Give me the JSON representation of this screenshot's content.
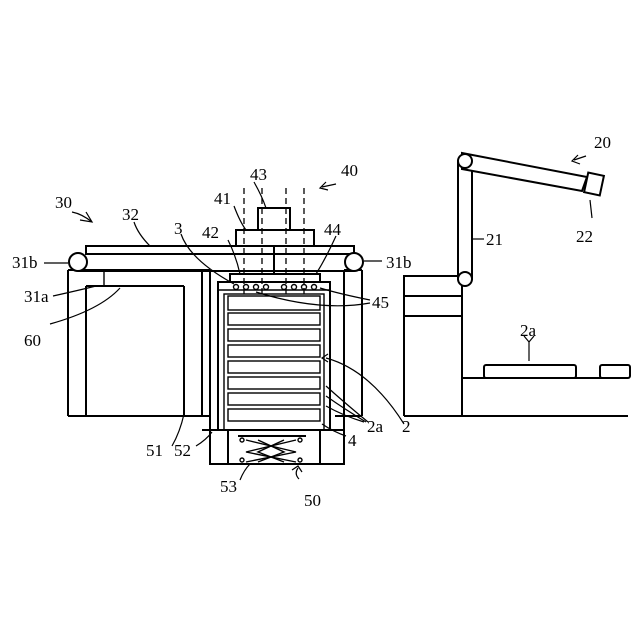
{
  "figure": {
    "labels": {
      "l20": "20",
      "l21": "21",
      "l22": "22",
      "l30": "30",
      "l32": "32",
      "l40": "40",
      "l41": "41",
      "l42": "42",
      "l43": "43",
      "l44": "44",
      "l45": "45",
      "l3": "3",
      "l31b_left": "31b",
      "l31b_right": "31b",
      "l31a": "31a",
      "l60": "60",
      "l2a_conveyor": "2a",
      "l2a_stack": "2a",
      "l2": "2",
      "l4": "4",
      "l50": "50",
      "l51": "51",
      "l52": "52",
      "l53": "53"
    }
  }
}
